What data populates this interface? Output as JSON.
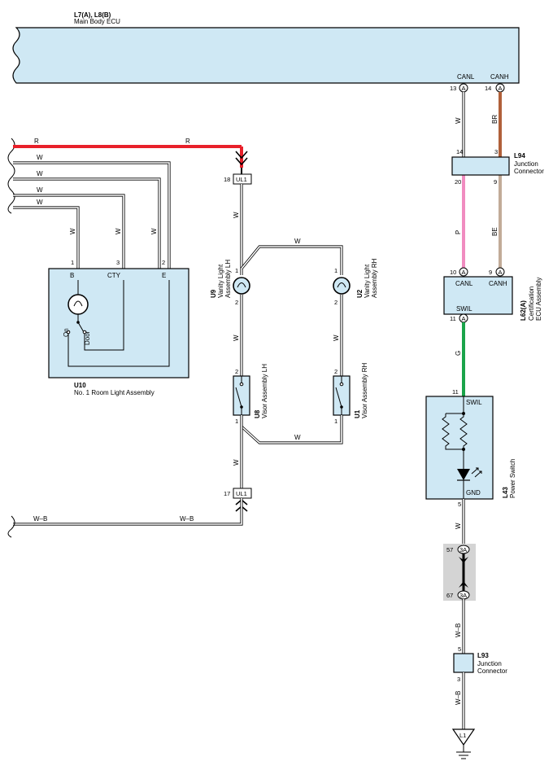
{
  "ecu": {
    "id": "L7(A), L8(B)",
    "name": "Main Body ECU",
    "pin_canl": "CANL",
    "pin_canh": "CANH",
    "n13": "13",
    "n14": "14",
    "conn": "A"
  },
  "l94": {
    "id": "L94",
    "name1": "Junction",
    "name2": "Connector",
    "n14": "14",
    "n3": "3",
    "n20": "20",
    "n9": "9"
  },
  "l62": {
    "id": "L62(A)",
    "name1": "Certification",
    "name2": "ECU Assembly",
    "canl": "CANL",
    "canh": "CANH",
    "swil": "SWIL",
    "n10": "10",
    "n9": "9",
    "n11": "11",
    "conn": "A"
  },
  "l43": {
    "id": "L43",
    "name": "Power Switch",
    "swil": "SWIL",
    "gnd": "GND",
    "n11": "11",
    "n5": "5"
  },
  "jc3a": {
    "label": "3A",
    "n57": "57",
    "n67": "67"
  },
  "l93": {
    "id": "L93",
    "name1": "Junction",
    "name2": "Connector",
    "n5": "5",
    "n3": "3"
  },
  "ground": {
    "id": "L1"
  },
  "ul1": {
    "label": "UL1",
    "n18": "18",
    "n17": "17"
  },
  "u10": {
    "id": "U10",
    "name": "No.  1 Room Light Assembly",
    "b": "B",
    "cty": "CTY",
    "e": "E",
    "n1": "1",
    "n3": "3",
    "n2": "2",
    "on": "On",
    "door": "Door"
  },
  "u9": {
    "id": "U9",
    "name1": "Vanity Light",
    "name2": "Assembly LH",
    "n1": "1",
    "n2": "2"
  },
  "u2": {
    "id": "U2",
    "name1": "Vanity Light",
    "name2": "Assembly RH",
    "n1": "1",
    "n2": "2"
  },
  "u8": {
    "id": "U8",
    "name": "Visor Assembly LH",
    "n2": "2",
    "n1": "1"
  },
  "u1": {
    "id": "U1",
    "name": "Visor Assembly RH",
    "n2": "2",
    "n1": "1"
  },
  "wires": {
    "R": "R",
    "W": "W",
    "WB": "W–B",
    "BR": "BR",
    "P": "P",
    "BE": "BE",
    "G": "G"
  },
  "colors": {
    "red": "#e8202a",
    "brown": "#b0603a",
    "pink": "#f08cc0",
    "beige": "#c2ab98",
    "green": "#1aa44a",
    "fill": "#cfe8f4",
    "shade": "#d4d4d4"
  }
}
